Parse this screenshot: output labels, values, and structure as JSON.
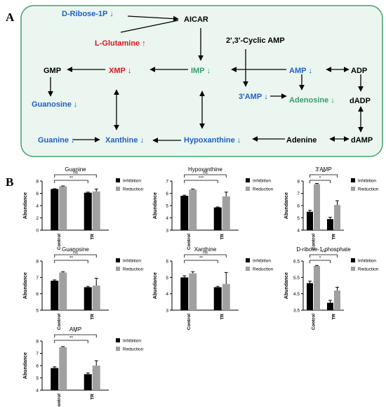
{
  "panel_a": {
    "letter": "A",
    "nodes": {
      "ribose": {
        "label": "D-Ribose-1P",
        "arrow": "↓",
        "color": "#2060c8"
      },
      "aicar": {
        "label": "AICAR",
        "arrow": "",
        "color": "#000000"
      },
      "glutamine": {
        "label": "L-Glutamine",
        "arrow": "↑",
        "color": "#e0141e"
      },
      "cyclic": {
        "label": "2',3'-Cyclic AMP",
        "arrow": "",
        "color": "#000000"
      },
      "gmp": {
        "label": "GMP",
        "arrow": "",
        "color": "#000000"
      },
      "xmp": {
        "label": "XMP",
        "arrow": "↓",
        "color": "#e0141e"
      },
      "imp": {
        "label": "IMP",
        "arrow": "↓",
        "color": "#3a9a6a"
      },
      "amp": {
        "label": "AMP",
        "arrow": "↓",
        "color": "#2060c8"
      },
      "adp": {
        "label": "ADP",
        "arrow": "",
        "color": "#000000"
      },
      "guanosine": {
        "label": "Guanosine",
        "arrow": "↓",
        "color": "#2060c8"
      },
      "amp3": {
        "label": "3'AMP",
        "arrow": "↓",
        "color": "#2060c8"
      },
      "adenosine": {
        "label": "Adenosine",
        "arrow": "↓",
        "color": "#3a9a6a"
      },
      "dadp": {
        "label": "dADP",
        "arrow": "",
        "color": "#000000"
      },
      "guanine": {
        "label": "Guanine",
        "arrow": "↓",
        "color": "#2060c8"
      },
      "xanthine": {
        "label": "Xanthine",
        "arrow": "↓",
        "color": "#2060c8"
      },
      "hypoxanthine": {
        "label": "Hypoxanthine",
        "arrow": "↓",
        "color": "#2060c8"
      },
      "adenine": {
        "label": "Adenine",
        "arrow": "",
        "color": "#000000"
      },
      "damp": {
        "label": "dAMP",
        "arrow": "",
        "color": "#000000"
      }
    },
    "colors": {
      "box_fill": "#eaf6ef",
      "box_stroke": "#3fa26a"
    }
  },
  "panel_b": {
    "letter": "B",
    "legend": {
      "inhibition": "Inhibition",
      "reduction": "Reduction"
    },
    "ylabel": "Abundance",
    "categories": [
      "Control",
      "TR"
    ],
    "colors": {
      "inhibition": "#000000",
      "reduction": "#a0a0a0"
    },
    "chart_data": [
      {
        "type": "bar",
        "title": "Guanine",
        "ylim": [
          0,
          8
        ],
        "yticks": [
          "0",
          "2",
          "4",
          "6",
          "8"
        ],
        "categories": [
          "Control",
          "TR"
        ],
        "series": [
          {
            "name": "Inhibition",
            "values": [
              6.7,
              6.1
            ],
            "err": [
              0.05,
              0.1
            ]
          },
          {
            "name": "Reduction",
            "values": [
              7.15,
              6.3
            ],
            "err": [
              0.05,
              0.4
            ]
          }
        ],
        "sig": [
          {
            "label": "**",
            "level": 1
          },
          {
            "label": "ns",
            "level": 2
          }
        ]
      },
      {
        "type": "bar",
        "title": "Hypoxanthine",
        "ylim": [
          3,
          7
        ],
        "yticks": [
          "3",
          "4",
          "5",
          "6",
          "7"
        ],
        "categories": [
          "Control",
          "TR"
        ],
        "series": [
          {
            "name": "Inhibition",
            "values": [
              5.8,
              4.85
            ],
            "err": [
              0.05,
              0.04
            ]
          },
          {
            "name": "Reduction",
            "values": [
              6.3,
              5.75
            ],
            "err": [
              0.05,
              0.35
            ]
          }
        ],
        "sig": [
          {
            "label": "***",
            "level": 1
          },
          {
            "label": "ns",
            "level": 2
          }
        ]
      },
      {
        "type": "bar",
        "title": "3'AMP",
        "ylim": [
          4,
          8
        ],
        "yticks": [
          "4",
          "5",
          "6",
          "7",
          "8"
        ],
        "categories": [
          "Control",
          "TR"
        ],
        "series": [
          {
            "name": "Inhibition",
            "values": [
              5.5,
              4.9
            ],
            "err": [
              0.12,
              0.15
            ]
          },
          {
            "name": "Reduction",
            "values": [
              7.75,
              6.05
            ],
            "err": [
              0.05,
              0.35
            ]
          }
        ],
        "sig": [
          {
            "label": "*",
            "level": 1
          },
          {
            "label": "**",
            "level": 2
          }
        ]
      },
      {
        "type": "bar",
        "title": "Guanosine",
        "ylim": [
          5,
          8
        ],
        "yticks": [
          "5",
          "6",
          "7",
          "8"
        ],
        "categories": [
          "Control",
          "TR"
        ],
        "series": [
          {
            "name": "Inhibition",
            "values": [
              6.8,
              6.4
            ],
            "err": [
              0.05,
              0.05
            ]
          },
          {
            "name": "Reduction",
            "values": [
              7.3,
              6.5
            ],
            "err": [
              0.05,
              0.45
            ]
          }
        ],
        "sig": [
          {
            "label": "**",
            "level": 1
          },
          {
            "label": "ns",
            "level": 2
          }
        ]
      },
      {
        "type": "bar",
        "title": "Xanthine",
        "ylim": [
          3,
          6
        ],
        "yticks": [
          "3",
          "4",
          "5",
          "6"
        ],
        "categories": [
          "Control",
          "TR"
        ],
        "series": [
          {
            "name": "Inhibition",
            "values": [
              5.0,
              4.4
            ],
            "err": [
              0.1,
              0.05
            ]
          },
          {
            "name": "Reduction",
            "values": [
              5.25,
              4.6
            ],
            "err": [
              0.1,
              0.7
            ]
          }
        ],
        "sig": [
          {
            "label": "**",
            "level": 1
          },
          {
            "label": "ns",
            "level": 2
          }
        ]
      },
      {
        "type": "bar",
        "title": "D-ribose-1-phosphate",
        "ylim": [
          3.5,
          6.5
        ],
        "yticks": [
          "3.5",
          "4.5",
          "5.5",
          "6.5"
        ],
        "categories": [
          "Control",
          "TR"
        ],
        "series": [
          {
            "name": "Inhibition",
            "values": [
              5.15,
              3.95
            ],
            "err": [
              0.12,
              0.15
            ]
          },
          {
            "name": "Reduction",
            "values": [
              6.2,
              4.7
            ],
            "err": [
              0.03,
              0.2
            ]
          }
        ],
        "sig": [
          {
            "label": "*",
            "level": 1
          },
          {
            "label": "**",
            "level": 2
          }
        ]
      },
      {
        "type": "bar",
        "title": "AMP",
        "ylim": [
          4,
          8
        ],
        "yticks": [
          "4",
          "5",
          "6",
          "7",
          "8"
        ],
        "categories": [
          "Control",
          "TR"
        ],
        "series": [
          {
            "name": "Inhibition",
            "values": [
              5.8,
              5.3
            ],
            "err": [
              0.1,
              0.1
            ]
          },
          {
            "name": "Reduction",
            "values": [
              7.5,
              6.0
            ],
            "err": [
              0.05,
              0.4
            ]
          }
        ],
        "sig": [
          {
            "label": "**",
            "level": 1
          },
          {
            "label": "*",
            "level": 2
          }
        ]
      }
    ]
  }
}
